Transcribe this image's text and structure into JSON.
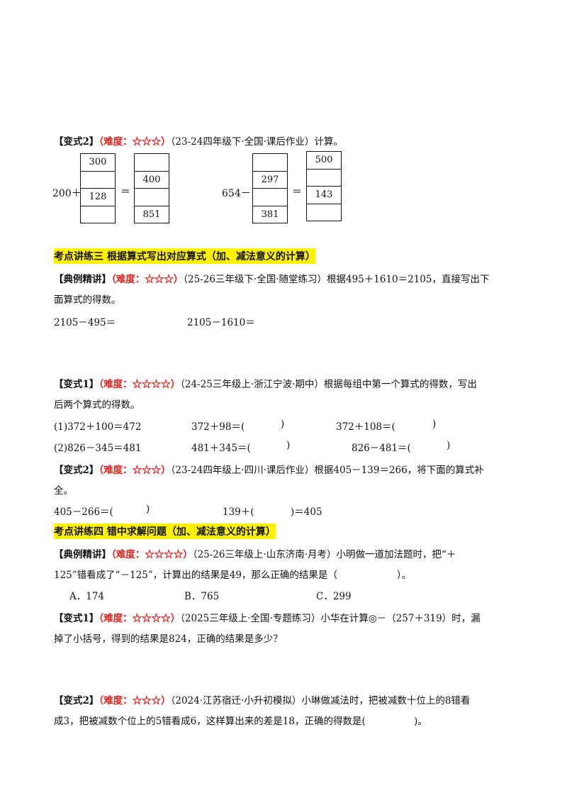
{
  "sec_b2": {
    "tag": "【变式2】",
    "diff": "（难度：☆☆☆）",
    "text": "（23-24四年级下·全国·课后作业）计算。"
  },
  "boxes": {
    "left_prefix": "200＋",
    "left_col1": [
      "300",
      "",
      "128",
      ""
    ],
    "eq1": "＝",
    "left_col2": [
      "",
      "400",
      "",
      "851"
    ],
    "right_prefix": "654－",
    "right_col1": [
      "",
      "297",
      "",
      "381"
    ],
    "eq2": "＝",
    "right_col2": [
      "500",
      "",
      "143",
      ""
    ]
  },
  "section3": {
    "title": "考点讲练三 根据算式写出对应算式（加、减法意义的计算）",
    "example": {
      "tag": "【典例精讲】",
      "diff": "（难度：☆☆☆）",
      "line1": "（25-26三年级下·全国·随堂练习）根据495＋1610＝2105，直接写出下",
      "line2": "面算式的得数。",
      "eq1": "2105－495＝",
      "eq2": "2105－1610＝"
    },
    "v1": {
      "tag": "【变式1】",
      "diff": "（难度：☆☆☆☆）",
      "line1": "（24-25三年级上·浙江宁波·期中）根据每组中第一个算式的得数，写出",
      "line2": "后两个算式的得数。",
      "r1": [
        "(1)372＋100＝472",
        "372＋98＝(",
        ")",
        "372＋108＝(",
        ")"
      ],
      "r2": [
        "(2)826－345＝481",
        "481＋345＝(",
        ")",
        "826－481＝(",
        ")"
      ]
    },
    "v2": {
      "tag": "【变式2】",
      "diff": "（难度：☆☆☆）",
      "line1": "（23-24四年级上·四川·课后作业）根据405－139＝266，将下面的算式补",
      "line2": "全。",
      "eq1a": "405－266＝(",
      "eq1b": ")",
      "eq2a": "139＋(",
      "eq2b": ")＝405"
    }
  },
  "section4": {
    "title": "考点讲练四 错中求解问题（加、减法意义的计算）",
    "example": {
      "tag": "【典例精讲】",
      "diff": "（难度：☆☆☆☆）",
      "line1": "（25-26三年级上·山东济南·月考）小明做一道加法题时，把“＋",
      "line2": "125”错看成了“－125”，计算出的结果是49，那么正确的结果是（",
      "line2_end": "）。",
      "opts": [
        "A．174",
        "B．765",
        "C．299"
      ]
    },
    "v1": {
      "tag": "【变式1】",
      "diff": "（难度：☆☆☆☆）",
      "line1": "（2025三年级上·全国·专题练习）小华在计算◎－（257＋319）时，漏",
      "line2": "掉了小括号，得到的结果是824，正确的结果是多少？"
    },
    "v2": {
      "tag": "【变式2】",
      "diff": "（难度：☆☆☆）",
      "line1": "（2024·江苏宿迁·小升初模拟）小琳做减法时，把被减数十位上的8错看",
      "line2": "成3，把被减数个位上的5错看成6，这样算出来的差是18，正确的得数是(",
      "line2_end": ")。"
    }
  }
}
